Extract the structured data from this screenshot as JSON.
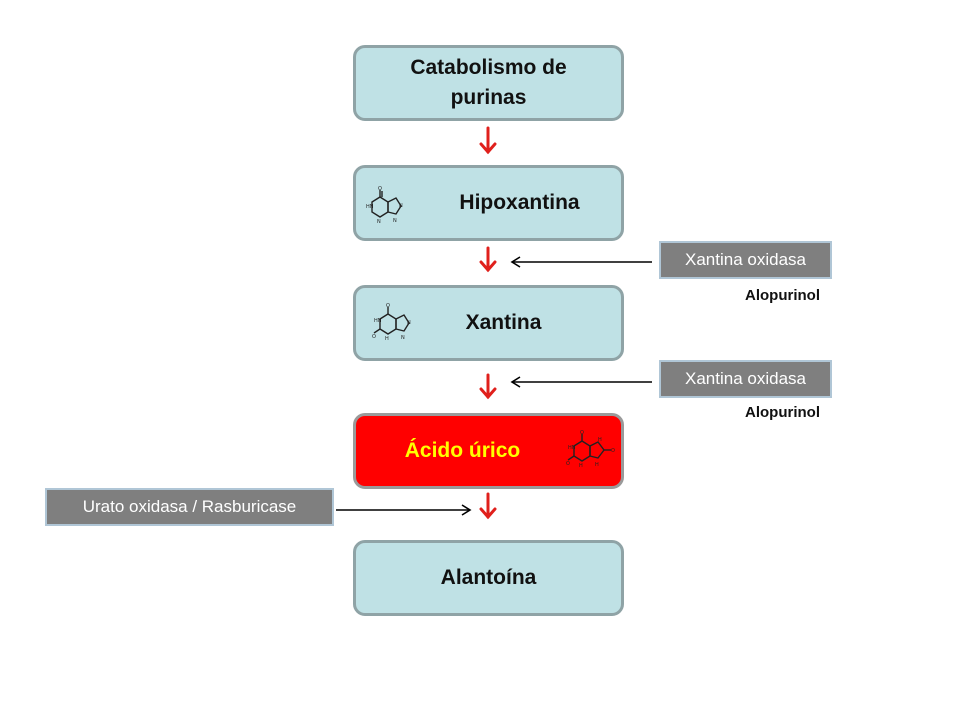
{
  "nodes": {
    "catabolismo": "Catabolismo de purinas",
    "hipoxantina": "Hipoxantina",
    "xantina": "Xantina",
    "acido_urico": "Ácido úrico",
    "alantoina": "Alantoína"
  },
  "enzymes": {
    "xo_1": "Xantina oxidasa",
    "xo_2": "Xantina oxidasa",
    "urate_oxidase": "Urato oxidasa / Rasburicase"
  },
  "inhibitors": {
    "alopurinol_1": "Alopurinol",
    "alopurinol_2": "Alopurinol"
  },
  "colors": {
    "node_fill": "#bfe1e5",
    "node_border": "#8fa3a6",
    "highlight_fill": "#ff0000",
    "highlight_text": "#ffff00",
    "enzyme_fill": "#7f7f7f",
    "flow_arrow": "#e0201c",
    "pointer_arrow": "#000000"
  },
  "icons": {
    "hipoxantina": "purine-structure-icon",
    "xantina": "purine-structure-icon",
    "acido_urico": "purine-structure-icon",
    "flow": "down-arrow-icon",
    "pointer": "left-arrow-icon"
  }
}
